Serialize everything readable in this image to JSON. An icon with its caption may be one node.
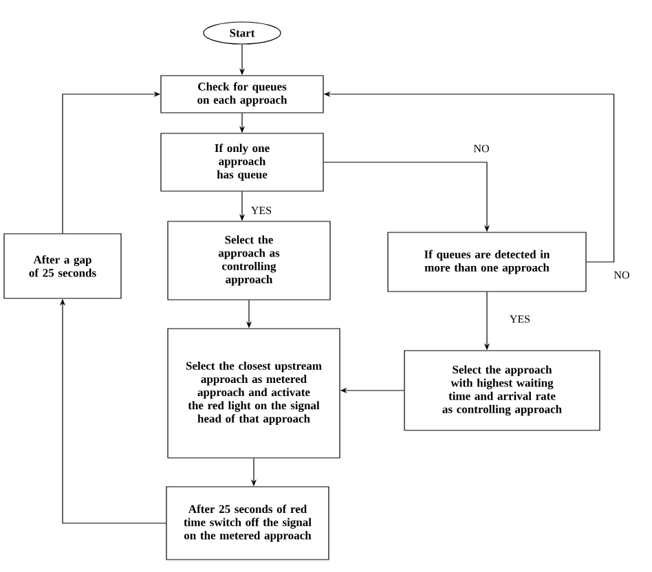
{
  "diagram": {
    "nodes": [
      {
        "text": [
          "Start"
        ]
      },
      {
        "text": [
          "Check for queues on each approach"
        ]
      },
      {
        "text": [
          "If only one approach has queue"
        ]
      },
      {
        "text": [
          "Select the approach as controlling approach"
        ]
      },
      {
        "text": [
          "If queues are detected in more than one approach"
        ]
      },
      {
        "text": [
          "After a gap of 25 seconds"
        ]
      },
      {
        "text": [
          "Select the closest upstream approach as metered approach and activate the red light on the signal head of that approach"
        ]
      },
      {
        "text": [
          "Select the approach with highest waiting time and arrival rate as controlling approach"
        ]
      },
      {
        "text": [
          "After 25 seconds of red time switch off the signal on the metered approach"
        ]
      }
    ],
    "edges": [
      {
        "from": 0,
        "to": 1,
        "arrow": "to"
      },
      {
        "from": 1,
        "to": 2,
        "arrow": "to"
      },
      {
        "from": 2,
        "to": 3,
        "arrow": "to",
        "label": "YES"
      },
      {
        "from": 2,
        "to": 4,
        "arrow": "to",
        "label": "NO"
      },
      {
        "from": 4,
        "to": 1,
        "arrow": "to",
        "label": "NO"
      },
      {
        "from": 4,
        "to": 7,
        "arrow": "to",
        "label": "YES"
      },
      {
        "from": 3,
        "to": 6,
        "arrow": "to"
      },
      {
        "from": 7,
        "to": 6,
        "arrow": "to"
      },
      {
        "from": 6,
        "to": 8,
        "arrow": "to"
      },
      {
        "from": 8,
        "to": 5,
        "arrow": "to"
      },
      {
        "from": 5,
        "to": 1,
        "arrow": "to"
      }
    ]
  }
}
